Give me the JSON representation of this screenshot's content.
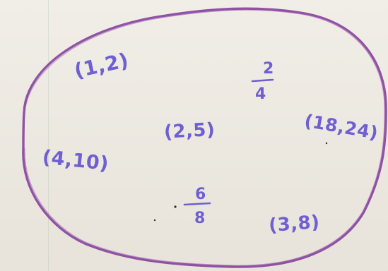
{
  "set_elements": [
    {
      "type": "pair",
      "text": "(1,2)"
    },
    {
      "type": "fraction",
      "numerator": "2",
      "denominator": "4"
    },
    {
      "type": "pair",
      "text": "(2,5)"
    },
    {
      "type": "pair",
      "text": "(18,24)"
    },
    {
      "type": "pair",
      "text": "(4,10)"
    },
    {
      "type": "fraction",
      "numerator": "6",
      "denominator": "8"
    },
    {
      "type": "pair",
      "text": "(3,8)"
    }
  ],
  "colors": {
    "ink": "#6f5fd2",
    "outline": "#8a4aa0",
    "paper": "#ece8df"
  }
}
